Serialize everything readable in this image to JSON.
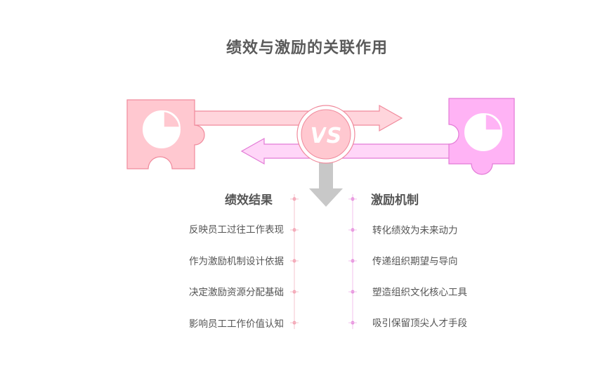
{
  "title": "绩效与激励的关联作用",
  "vs_label": "VS",
  "left": {
    "heading": "绩效结果",
    "items": [
      "反映员工过往工作表现",
      "作为激励机制设计依据",
      "决定激励资源分配基础",
      "影响员工工作价值认知"
    ]
  },
  "right": {
    "heading": "激励机制",
    "items": [
      "转化绩效为未来动力",
      "传递组织期望与导向",
      "塑造组织文化核心工具",
      "吸引保留顶尖人才手段"
    ]
  },
  "icons": {
    "left_puzzle": "pie-chart-icon",
    "right_puzzle": "pie-chart-icon",
    "center": "vs-icon",
    "down_arrow": "arrow-down-icon"
  },
  "colors": {
    "left_pink": "#ffc8d0",
    "left_stroke": "#f08a9c",
    "right_magenta": "#ffb3f5",
    "right_stroke": "#e27ad6",
    "arrow_gray": "#c8c8c8",
    "text": "#555555"
  }
}
